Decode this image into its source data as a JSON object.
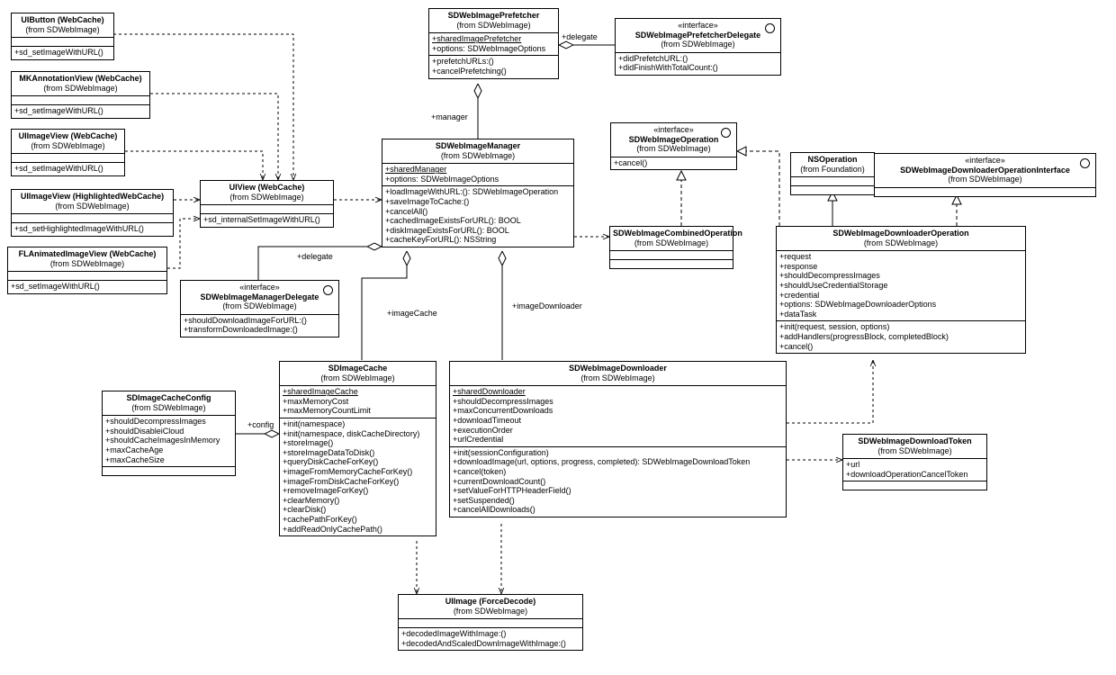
{
  "classes": {
    "uibutton": {
      "name": "UIButton (WebCache)",
      "from": "(from SDWebImage)",
      "ops": [
        "+sd_setImageWithURL()"
      ]
    },
    "mkannotation": {
      "name": "MKAnnotationView (WebCache)",
      "from": "(from SDWebImage)",
      "ops": [
        "+sd_setImageWithURL()"
      ]
    },
    "uiimageview": {
      "name": "UIImageView (WebCache)",
      "from": "(from SDWebImage)",
      "ops": [
        "+sd_setImageWithURL()"
      ]
    },
    "uiimageview_hl": {
      "name": "UIImageView (HighlightedWebCache)",
      "from": "(from SDWebImage)",
      "ops": [
        "+sd_setHighlightedImageWithURL()"
      ]
    },
    "flanimated": {
      "name": "FLAnimatedImageView (WebCache)",
      "from": "(from SDWebImage)",
      "ops": [
        "+sd_setImageWithURL()"
      ]
    },
    "uiview": {
      "name": "UIView (WebCache)",
      "from": "(from SDWebImage)",
      "ops": [
        "+sd_internalSetImageWithURL()"
      ]
    },
    "prefetcher": {
      "name": "SDWebImagePrefetcher",
      "from": "(from SDWebImage)",
      "attrs": [
        "+sharedImagePrefetcher",
        "+options: SDWebImageOptions"
      ],
      "ops": [
        "+prefetchURLs:()",
        "+cancelPrefetching()"
      ]
    },
    "prefetcher_delegate": {
      "stereotype": "«interface»",
      "name": "SDWebImagePrefetcherDelegate",
      "from": "(from SDWebImage)",
      "ops": [
        "+didPrefetchURL:()",
        "+didFinishWithTotalCount:()"
      ]
    },
    "manager": {
      "name": "SDWebImageManager",
      "from": "(from SDWebImage)",
      "attrs": [
        "+sharedManager",
        "+options: SDWebImageOptions"
      ],
      "ops": [
        "+loadImageWithURL:(): SDWebImageOperation",
        "+saveImageToCache:()",
        "+cancelAll()",
        "+cachedImageExistsForURL(): BOOL",
        "+diskImageExistsForURL(): BOOL",
        "+cacheKeyForURL(): NSString"
      ]
    },
    "operation": {
      "stereotype": "«interface»",
      "name": "SDWebImageOperation",
      "from": "(from SDWebImage)",
      "ops": [
        "+cancel()"
      ]
    },
    "combined": {
      "name": "SDWebImageCombinedOperation",
      "from": "(from SDWebImage)"
    },
    "nsoperation": {
      "name": "NSOperation",
      "from": "(from Foundation)"
    },
    "downloader_op_if": {
      "stereotype": "«interface»",
      "name": "SDWebImageDownloaderOperationInterface",
      "from": "(from SDWebImage)"
    },
    "downloader_op": {
      "name": "SDWebImageDownloaderOperation",
      "from": "(from SDWebImage)",
      "attrs": [
        "+request",
        "+response",
        "+shouldDecompressImages",
        "+shouldUseCredentialStorage",
        "+credential",
        "+options: SDWebImageDownloaderOptions",
        "+dataTask"
      ],
      "ops": [
        "+init(request, session, options)",
        "+addHandlers(progressBlock, completedBlock)",
        "+cancel()"
      ]
    },
    "manager_delegate": {
      "stereotype": "«interface»",
      "name": "SDWebImageManagerDelegate",
      "from": "(from SDWebImage)",
      "ops": [
        "+shouldDownloadImageForURL:()",
        "+transformDownloadedImage:()"
      ]
    },
    "cache_config": {
      "name": "SDImageCacheConfig",
      "from": "(from SDWebImage)",
      "attrs": [
        "+shouldDecompressImages",
        "+shouldDisableiCloud",
        "+shouldCacheImagesInMemory",
        "+maxCacheAge",
        "+maxCacheSize"
      ]
    },
    "image_cache": {
      "name": "SDImageCache",
      "from": "(from SDWebImage)",
      "attrs": [
        "+sharedImageCache",
        "+maxMemoryCost",
        "+maxMemoryCountLimit"
      ],
      "ops": [
        "+init(namespace)",
        "+init(namespace, diskCacheDirectory)",
        "+storeImage()",
        "+storeImageDataToDisk()",
        "+queryDiskCacheForKey()",
        "+imageFromMemoryCacheForKey()",
        "+imageFromDiskCacheForKey()",
        "+removeImageForKey()",
        "+clearMemory()",
        "+clearDisk()",
        "+cachePathForKey()",
        "+addReadOnlyCachePath()"
      ]
    },
    "downloader": {
      "name": "SDWebImageDownloader",
      "from": "(from SDWebImage)",
      "attrs": [
        "+sharedDownloader",
        "+shouldDecompressImages",
        "+maxConcurrentDownloads",
        "+downloadTimeout",
        "+executionOrder",
        "+urlCredential"
      ],
      "ops": [
        "+init(sessionConfiguration)",
        "+downloadImage(url, options, progress, completed): SDWebImageDownloadToken",
        "+cancel(token)",
        "+currentDownloadCount()",
        "+setValueForHTTPHeaderField()",
        "+setSuspended()",
        "+cancelAllDownloads()"
      ]
    },
    "token": {
      "name": "SDWebImageDownloadToken",
      "from": "(from SDWebImage)",
      "attrs": [
        "+url",
        "+downloadOperationCancelToken"
      ]
    },
    "uiimage": {
      "name": "UIImage (ForceDecode)",
      "from": "(from SDWebImage)",
      "ops": [
        "+decodedImageWithImage:()",
        "+decodedAndScaledDownImageWithImage:()"
      ]
    }
  },
  "labels": {
    "delegate_prefetcher": "+delegate",
    "manager_role": "+manager",
    "delegate_manager": "+delegate",
    "image_cache_role": "+imageCache",
    "image_downloader_role": "+imageDownloader",
    "config_role": "+config"
  }
}
